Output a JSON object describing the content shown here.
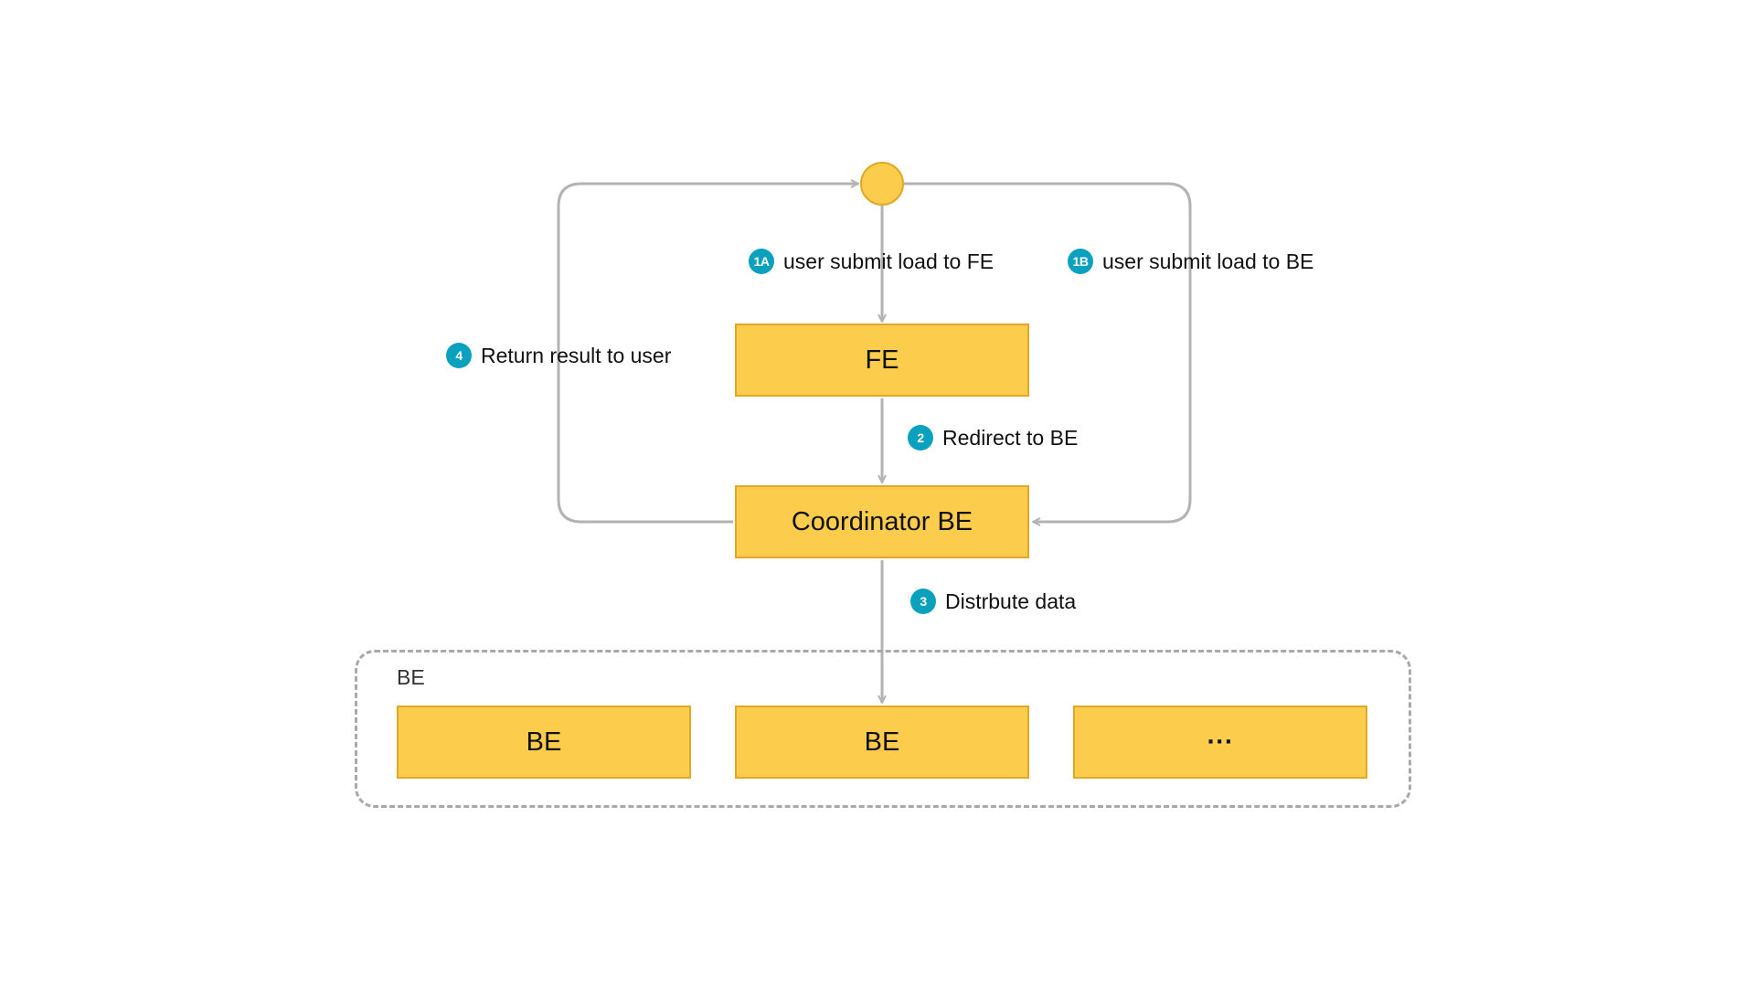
{
  "colors": {
    "node_fill": "#fccc4d",
    "node_border": "#e0a826",
    "connector": "#b3b3b3",
    "badge": "#0aa1bf",
    "group_border": "#a9a9a9"
  },
  "nodes": {
    "fe": "FE",
    "coordinator": "Coordinator BE",
    "be_group_title": "BE",
    "be_1": "BE",
    "be_2": "BE",
    "be_more": "···"
  },
  "steps": [
    {
      "badge": "1A",
      "text": "user submit load to FE"
    },
    {
      "badge": "1B",
      "text": "user submit load to BE"
    },
    {
      "badge": "2",
      "text": "Redirect to BE"
    },
    {
      "badge": "3",
      "text": "Distrbute data"
    },
    {
      "badge": "4",
      "text": "Return result to user"
    }
  ]
}
